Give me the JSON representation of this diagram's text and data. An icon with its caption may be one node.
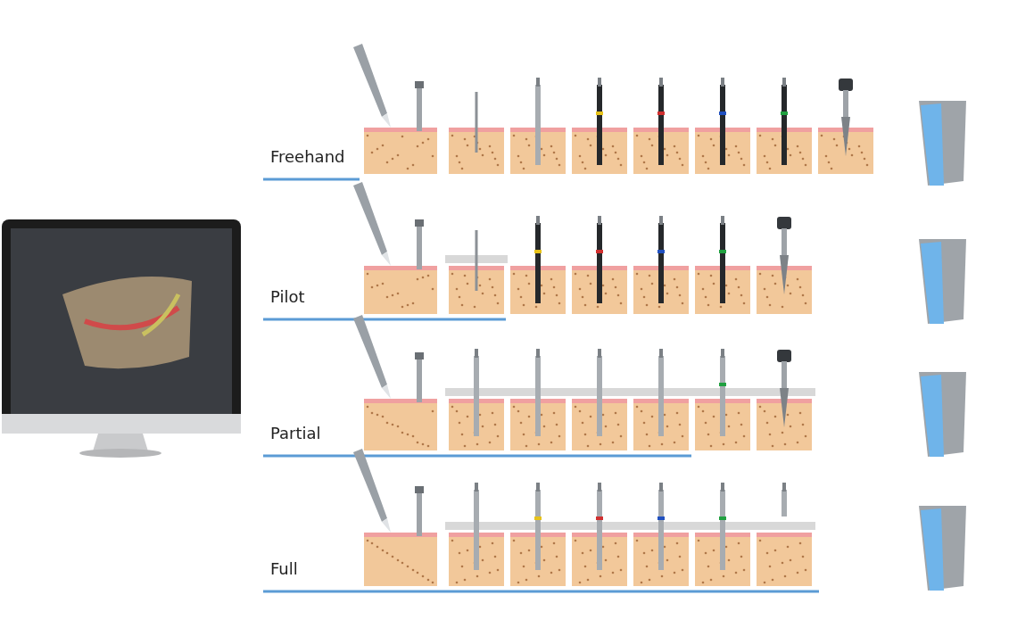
{
  "diagram": {
    "labels": [
      "Freehand",
      "Pilot",
      "Partial",
      "Full"
    ]
  }
}
